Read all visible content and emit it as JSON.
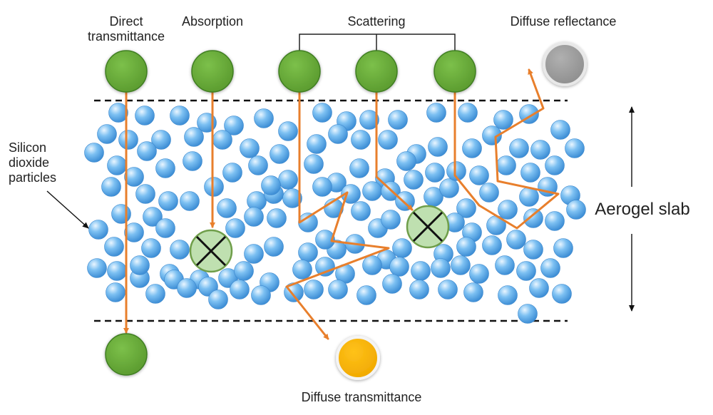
{
  "labels": {
    "direct_line1": "Direct",
    "direct_line2": "transmittance",
    "absorption": "Absorption",
    "scattering": "Scattering",
    "diffuse_reflectance": "Diffuse reflectance",
    "silicon_line1": "Silicon",
    "silicon_line2": "dioxide",
    "silicon_line3": "particles",
    "aerogel_slab": "Aerogel slab",
    "diffuse_transmittance": "Diffuse transmittance"
  },
  "colors": {
    "photon_green": "#6aaa3c",
    "photon_green_edge": "#3f7e22",
    "particle_blue": "#5aa8e8",
    "particle_blue_light": "#d6ecff",
    "ray_orange": "#e87f2c",
    "absorber_fill": "#bfe0b0",
    "absorber_edge": "#6f9e4a",
    "reflect_gray": "#9a9a9a",
    "transmit_yellow": "#f7b500"
  },
  "icons": {
    "photon": "green-circle",
    "absorber": "crossed-circle",
    "reflected_photon": "gray-circle",
    "transmitted_photon": "yellow-circle"
  }
}
